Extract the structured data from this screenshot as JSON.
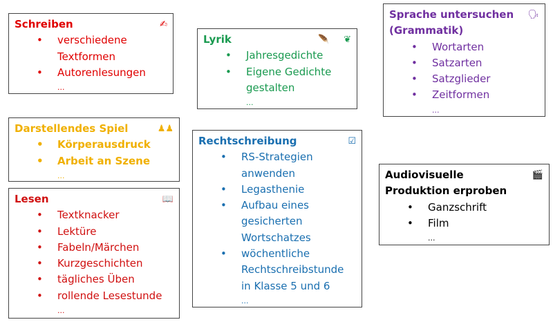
{
  "boxes": {
    "schreiben": {
      "title": "Schreiben",
      "icon": "writing-hand-icon",
      "color": "#e00000",
      "items": [
        "verschiedene Textformen",
        "Autorenlesungen"
      ],
      "more": "..."
    },
    "lyrik": {
      "title": "Lyrik",
      "icons": [
        "feather-icon",
        "leaf-icon"
      ],
      "color": "#1a9a50",
      "items": [
        "Jahresgedichte",
        "Eigene Gedichte gestalten"
      ],
      "more": "..."
    },
    "sprache": {
      "title": "Sprache untersuchen (Grammatik)",
      "icon": "speaking-head-icon",
      "color": "#7030a0",
      "items": [
        "Wortarten",
        "Satzarten",
        "Satzglieder",
        "Zeitformen"
      ],
      "more": "..."
    },
    "spiel": {
      "title": "Darstellendes Spiel",
      "icon": "audience-icon",
      "color": "#f0b000",
      "items": [
        "Körperausdruck",
        "Arbeit an Szene"
      ],
      "more": "..."
    },
    "lesen": {
      "title": "Lesen",
      "icon": "open-book-icon",
      "color": "#d01010",
      "items": [
        "Textknacker",
        "Lektüre",
        "Fabeln/Märchen",
        "Kurzgeschichten",
        "tägliches Üben",
        "rollende Lesestunde"
      ],
      "more": "..."
    },
    "rechtschreibung": {
      "title": "Rechtschreibung",
      "icon": "checkbox-icon",
      "color": "#1a6fb0",
      "items": [
        "RS-Strategien anwenden",
        "Legasthenie",
        "Aufbau eines gesicherten Wortschatzes",
        "wöchentliche Rechtschreibstunde in Klasse 5 und 6"
      ],
      "more": "..."
    },
    "audio": {
      "title": "Audiovisuelle Produktion erproben",
      "icon": "clapperboard-icon",
      "color": "#000000",
      "items": [
        "Ganzschrift",
        "Film"
      ],
      "more": "..."
    }
  }
}
